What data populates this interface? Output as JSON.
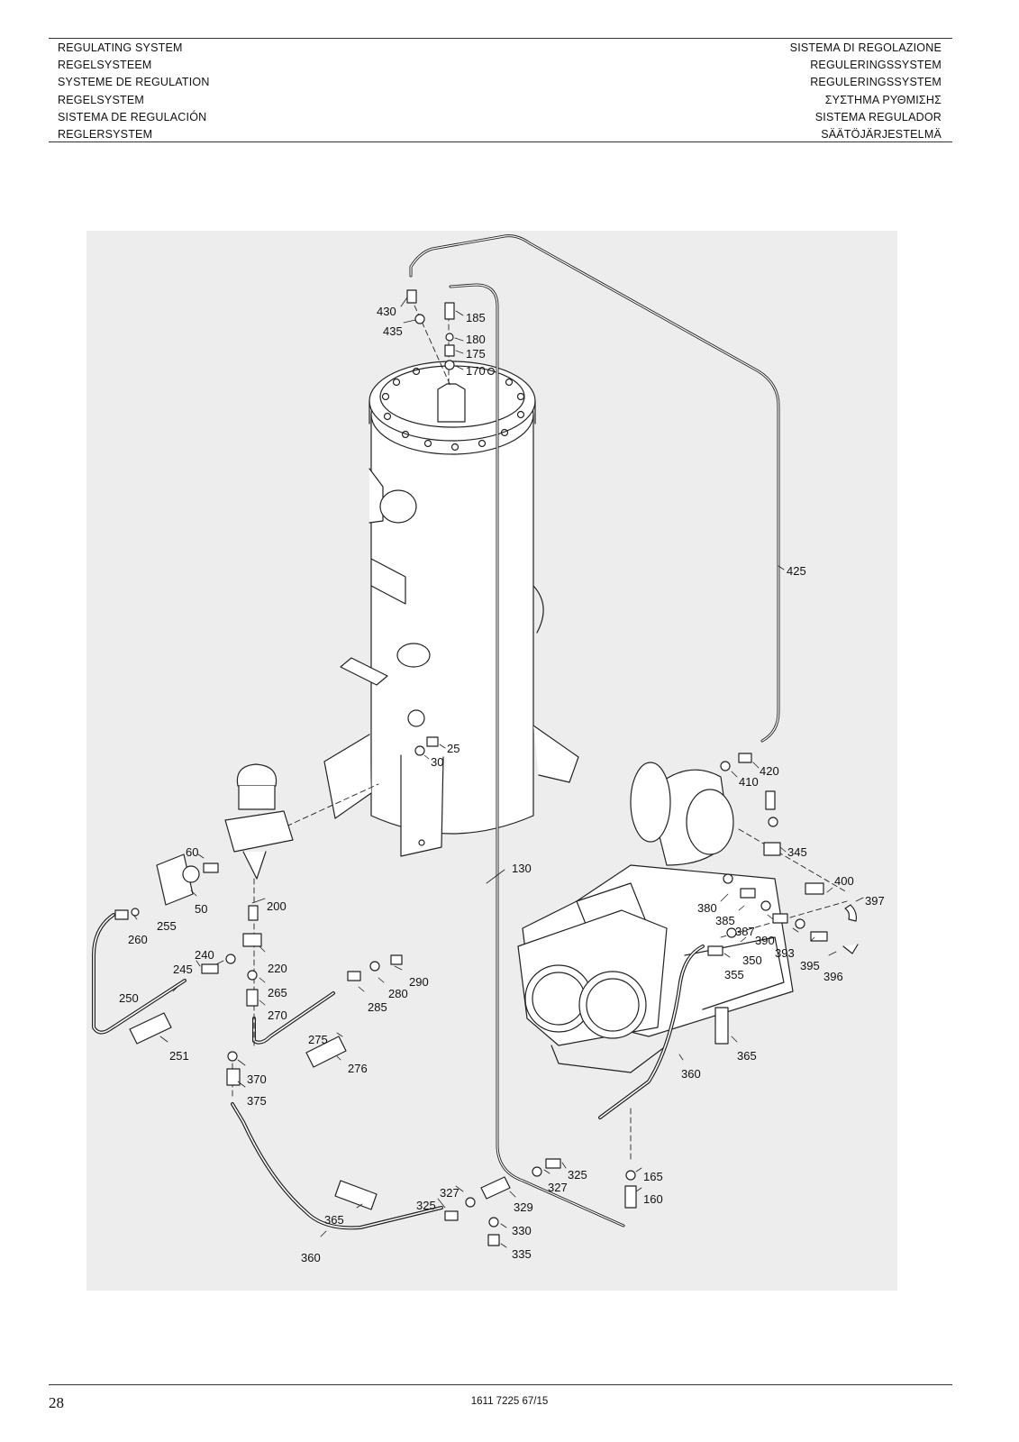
{
  "header": {
    "left": [
      "REGULATING SYSTEM",
      "REGELSYSTEEM",
      "SYSTEME DE REGULATION",
      "REGELSYSTEM",
      "SISTEMA DE REGULACIÓN",
      "REGLERSYSTEM"
    ],
    "right": [
      "SISTEMA DI REGOLAZIONE",
      "REGULERINGSSYSTEM",
      "REGULERINGSSYSTEM",
      "ΣΥΣΤΗΜΑ ΡΥΘΜΙΣΗΣ",
      "SISTEMA REGULADOR",
      "SÄÄTÖJÄRJESTELMÄ"
    ]
  },
  "footer": {
    "page_number": "28",
    "doc_code": "1611 7225 67/15"
  },
  "callouts": [
    {
      "id": "c430",
      "text": "430"
    },
    {
      "id": "c435",
      "text": "435"
    },
    {
      "id": "c185",
      "text": "185"
    },
    {
      "id": "c180",
      "text": "180"
    },
    {
      "id": "c175",
      "text": "175"
    },
    {
      "id": "c170",
      "text": "170"
    },
    {
      "id": "c425",
      "text": "425"
    },
    {
      "id": "c25",
      "text": "25"
    },
    {
      "id": "c30",
      "text": "30"
    },
    {
      "id": "c420",
      "text": "420"
    },
    {
      "id": "c410",
      "text": "410"
    },
    {
      "id": "c345",
      "text": "345"
    },
    {
      "id": "c400",
      "text": "400"
    },
    {
      "id": "c397",
      "text": "397"
    },
    {
      "id": "c60",
      "text": "60"
    },
    {
      "id": "c50",
      "text": "50"
    },
    {
      "id": "c130",
      "text": "130"
    },
    {
      "id": "c200",
      "text": "200"
    },
    {
      "id": "c380",
      "text": "380"
    },
    {
      "id": "c385",
      "text": "385"
    },
    {
      "id": "c387",
      "text": "387"
    },
    {
      "id": "c390",
      "text": "390"
    },
    {
      "id": "c393",
      "text": "393"
    },
    {
      "id": "c395",
      "text": "395"
    },
    {
      "id": "c396",
      "text": "396"
    },
    {
      "id": "c350",
      "text": "350"
    },
    {
      "id": "c355",
      "text": "355"
    },
    {
      "id": "c255",
      "text": "255"
    },
    {
      "id": "c260",
      "text": "260"
    },
    {
      "id": "c240",
      "text": "240"
    },
    {
      "id": "c245",
      "text": "245"
    },
    {
      "id": "c220",
      "text": "220"
    },
    {
      "id": "c290",
      "text": "290"
    },
    {
      "id": "c280",
      "text": "280"
    },
    {
      "id": "c265",
      "text": "265"
    },
    {
      "id": "c285",
      "text": "285"
    },
    {
      "id": "c250",
      "text": "250"
    },
    {
      "id": "c270",
      "text": "270"
    },
    {
      "id": "c275",
      "text": "275"
    },
    {
      "id": "c251",
      "text": "251"
    },
    {
      "id": "c276",
      "text": "276"
    },
    {
      "id": "c365a",
      "text": "365"
    },
    {
      "id": "c360a",
      "text": "360"
    },
    {
      "id": "c370",
      "text": "370"
    },
    {
      "id": "c375",
      "text": "375"
    },
    {
      "id": "c325a",
      "text": "325"
    },
    {
      "id": "c327a",
      "text": "327"
    },
    {
      "id": "c165",
      "text": "165"
    },
    {
      "id": "c160",
      "text": "160"
    },
    {
      "id": "c327b",
      "text": "327"
    },
    {
      "id": "c325b",
      "text": "325"
    },
    {
      "id": "c329",
      "text": "329"
    },
    {
      "id": "c365b",
      "text": "365"
    },
    {
      "id": "c330",
      "text": "330"
    },
    {
      "id": "c335",
      "text": "335"
    },
    {
      "id": "c360b",
      "text": "360"
    }
  ]
}
